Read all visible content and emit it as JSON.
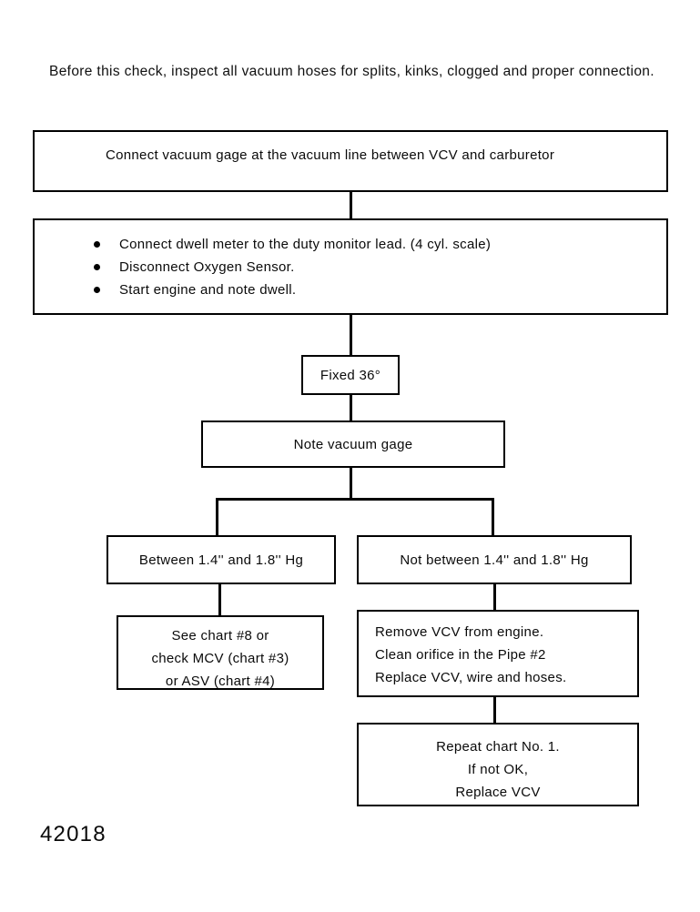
{
  "document": {
    "figure_number": "42018",
    "intro_note": "Before this check, inspect all vacuum hoses for splits, kinks, clogged and proper connection."
  },
  "flowchart": {
    "type": "flowchart",
    "nodes": {
      "connect_gage": {
        "label": "Connect vacuum gage at the vacuum line between VCV and carburetor"
      },
      "steps": {
        "bullets": [
          "Connect dwell meter to the duty monitor lead. (4 cyl. scale)",
          "Disconnect Oxygen Sensor.",
          "Start engine and note dwell."
        ]
      },
      "fixed": {
        "label": "Fixed 36°"
      },
      "note_gage": {
        "label": "Note vacuum gage"
      },
      "between": {
        "label": "Between 1.4'' and 1.8'' Hg"
      },
      "not_between": {
        "label": "Not between 1.4'' and 1.8'' Hg"
      },
      "see_chart": {
        "lines": [
          "See chart #8 or",
          "check MCV (chart #3)",
          "or ASV (chart #4)"
        ]
      },
      "remove_vcv": {
        "lines": [
          "Remove VCV from engine.",
          "Clean orifice in the Pipe #2",
          "Replace VCV, wire and hoses."
        ]
      },
      "repeat_chart": {
        "lines": [
          "Repeat chart No. 1.",
          "If not OK,",
          "Replace VCV"
        ]
      }
    }
  }
}
